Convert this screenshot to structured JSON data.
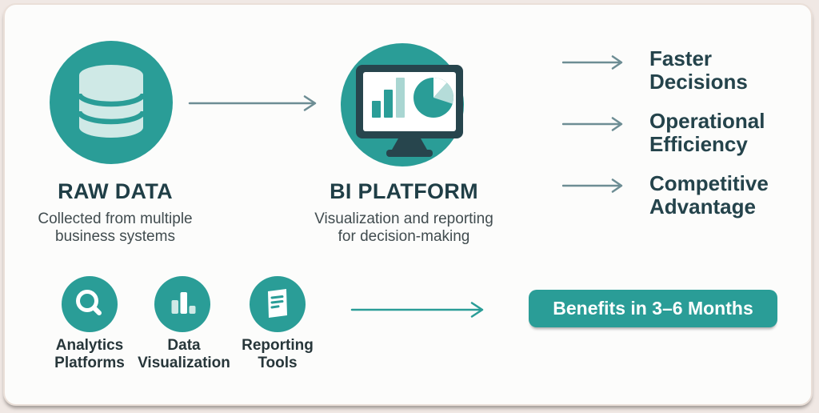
{
  "flow": {
    "raw_data": {
      "title": "RAW DATA",
      "subtitle_line1": "Collected from multiple",
      "subtitle_line2": "business systems",
      "icon": "database-icon"
    },
    "bi_platform": {
      "title": "BI PLATFORM",
      "subtitle_line1": "Visualization and reporting",
      "subtitle_line2": "for decision-making",
      "icon": "monitor-analytics-icon"
    }
  },
  "benefits": [
    {
      "line1": "Faster",
      "line2": "Decisions"
    },
    {
      "line1": "Operational",
      "line2": "Efficiency"
    },
    {
      "line1": "Competitive",
      "line2": "Advantage"
    }
  ],
  "tools": [
    {
      "line1": "Analytics",
      "line2": "Platforms",
      "icon": "search-icon"
    },
    {
      "line1": "Data",
      "line2": "Visualization",
      "icon": "bar-chart-icon"
    },
    {
      "line1": "Reporting",
      "line2": "Tools",
      "icon": "report-document-icon"
    }
  ],
  "cta": {
    "label": "Benefits in 3–6 Months"
  },
  "palette": {
    "teal": "#2a9d97",
    "teal_dark": "#27454d",
    "teal_light": "#cfe9e6",
    "arrow_gray": "#6d8d94",
    "heading": "#1f3e46",
    "body_text": "#414c4f",
    "cta_text": "#ffffff",
    "card_bg": "#fcfcfb",
    "card_border": "#eadfd8"
  }
}
